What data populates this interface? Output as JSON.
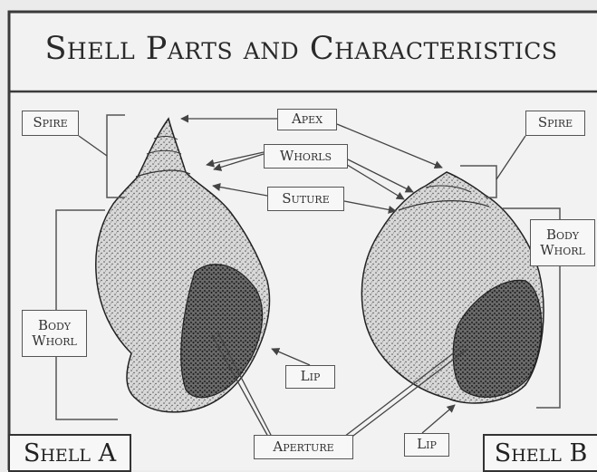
{
  "title": "Shell Parts and Characteristics",
  "labels": {
    "apex": "Apex",
    "whorls": "Whorls",
    "suture": "Suture",
    "spire_a": "Spire",
    "spire_b": "Spire",
    "body_whorl_a": "Body\nWhorl",
    "body_whorl_b": "Body\nWhorl",
    "lip_a": "Lip",
    "lip_b": "Lip",
    "aperture": "Aperture",
    "shell_a": "Shell A",
    "shell_b": "Shell B"
  },
  "colors": {
    "ink": "#2a2a2a",
    "paper": "#f7f7f7",
    "background": "#ebebeb"
  }
}
